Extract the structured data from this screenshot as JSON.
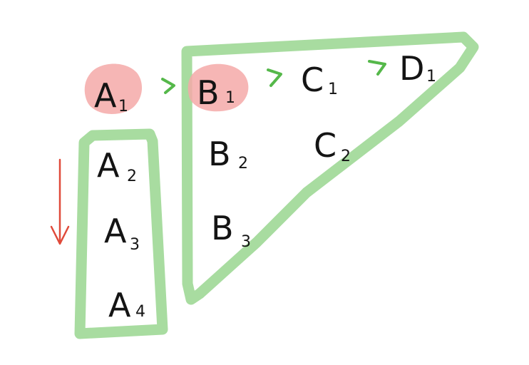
{
  "colors": {
    "background": "#ffffff",
    "ink": "#141414",
    "highlight": "#f4a9a8",
    "group_outline": "#a8dca0",
    "arrow_green": "#55b84a",
    "arrow_red": "#e04a3a"
  },
  "labels": {
    "a1": {
      "letter": "A",
      "index": "1"
    },
    "a2": {
      "letter": "A",
      "index": "2"
    },
    "a3": {
      "letter": "A",
      "index": "3"
    },
    "a4": {
      "letter": "A",
      "index": "4"
    },
    "b1": {
      "letter": "B",
      "index": "1"
    },
    "b2": {
      "letter": "B",
      "index": "2"
    },
    "b3": {
      "letter": "B",
      "index": "3"
    },
    "c1": {
      "letter": "C",
      "index": "1"
    },
    "c2": {
      "letter": "C",
      "index": "2"
    },
    "d1": {
      "letter": "D",
      "index": "1"
    }
  },
  "highlighted": [
    "a1",
    "b1"
  ],
  "arrows": {
    "green_symbol": ">",
    "red_direction": "down"
  }
}
